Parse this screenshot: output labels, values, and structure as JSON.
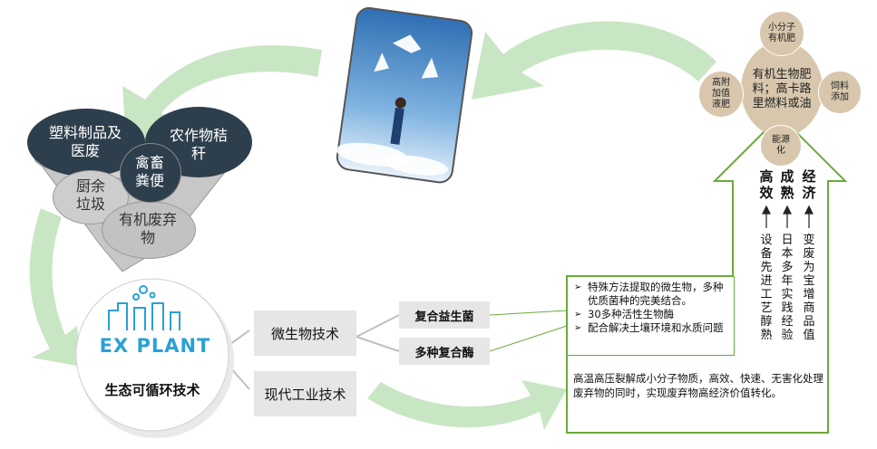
{
  "waste_sources": {
    "plastic_medical": "塑料制品及医废",
    "crop_straw": "农作物秸秆",
    "livestock_manure": "禽畜粪便",
    "kitchen_waste": "厨余垃圾",
    "organic_waste": "有机废弃物"
  },
  "logo": {
    "brand": "EX PLANT",
    "caption": "生态可循环技术"
  },
  "technologies": {
    "microbial": "微生物技术",
    "modern_industrial": "现代工业技术"
  },
  "sub_technologies": {
    "probiotics": "复合益生菌",
    "enzymes": "多种复合酶"
  },
  "microbial_points": [
    "特殊方法提取的微生物，多种优质菌种的完美结合。",
    "30多种活性生物酶",
    "配合解决土壤环境和水质问题"
  ],
  "industrial_description": "高温高压裂解成小分子物质，高效、快速、无害化处理废弃物的同时，实现废弃物高经济价值转化。",
  "arrow_columns": [
    {
      "head": "高效",
      "body": "设备先进工艺醇熟"
    },
    {
      "head": "成熟",
      "body": "日本多年实践经验"
    },
    {
      "head": "经济",
      "body": "变废为宝增商品值"
    }
  ],
  "products": {
    "center": "有机生物肥料；高卡路里燃料或油",
    "top": "小分子有机肥",
    "left": "高附加值液肥",
    "right": "饲料添加",
    "bottom": "能源化"
  },
  "colors": {
    "green_arrow": "#c9e6c4",
    "dark_ellipse": "#2d3e4c",
    "funnel_gray": "#c7c7c7",
    "tan_circle": "#d8c7ad",
    "border_green": "#6aaa3a"
  }
}
